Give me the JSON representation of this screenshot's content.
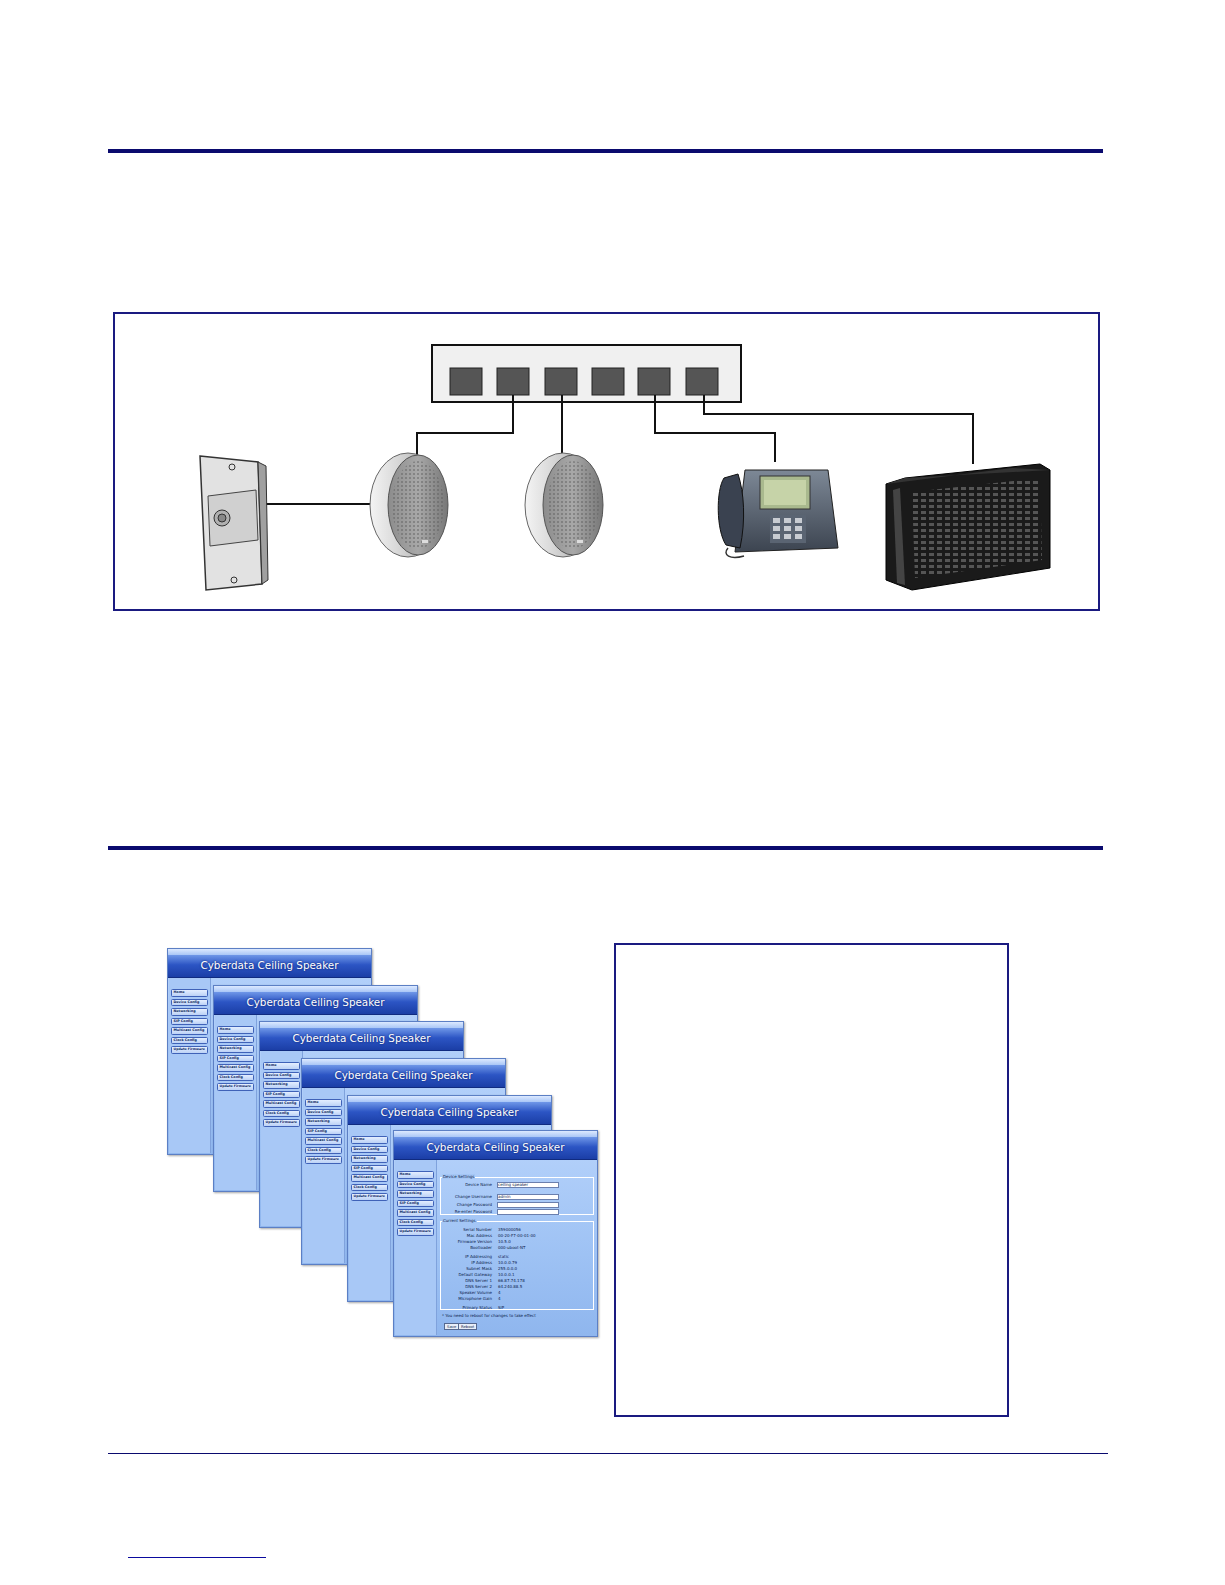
{
  "diagram": {
    "nodes": [
      {
        "text": [
          "Cyberdata Ceiling Speaker"
        ]
      },
      {
        "text": [
          "Home"
        ],
        "in": 0
      },
      {
        "text": [
          "Device Config"
        ],
        "in": 0
      },
      {
        "text": [
          "Networking"
        ],
        "in": 0
      },
      {
        "text": [
          "SIP Config"
        ],
        "in": 0
      },
      {
        "text": [
          "Multicast Config"
        ],
        "in": 0
      },
      {
        "text": [
          "Clock Config"
        ],
        "in": 0
      },
      {
        "text": [
          "Update Firmware"
        ],
        "in": 0
      },
      {
        "text": [
          "Cyberdata Ceiling Speaker"
        ]
      },
      {
        "text": [
          "Home"
        ],
        "in": 8
      },
      {
        "text": [
          "Device Config"
        ],
        "in": 8
      },
      {
        "text": [
          "Networking"
        ],
        "in": 8
      },
      {
        "text": [
          "SIP Config"
        ],
        "in": 8
      },
      {
        "text": [
          "Multicast Config"
        ],
        "in": 8
      },
      {
        "text": [
          "Clock Config"
        ],
        "in": 8
      },
      {
        "text": [
          "Update Firmware"
        ],
        "in": 8
      },
      {
        "text": [
          "Cyberdata Ceiling Speaker"
        ]
      },
      {
        "text": [
          "Home"
        ],
        "in": 16
      },
      {
        "text": [
          "Device Config"
        ],
        "in": 16
      },
      {
        "text": [
          "Networking"
        ],
        "in": 16
      },
      {
        "text": [
          "SIP Config"
        ],
        "in": 16
      },
      {
        "text": [
          "Multicast Config"
        ],
        "in": 16
      },
      {
        "text": [
          "Clock Config"
        ],
        "in": 16
      },
      {
        "text": [
          "Update Firmware"
        ],
        "in": 16
      },
      {
        "text": [
          "Cyberdata Ceiling Speaker"
        ]
      },
      {
        "text": [
          "Home"
        ],
        "in": 24
      },
      {
        "text": [
          "Device Config"
        ],
        "in": 24
      },
      {
        "text": [
          "Networking"
        ],
        "in": 24
      },
      {
        "text": [
          "SIP Config"
        ],
        "in": 24
      },
      {
        "text": [
          "Multicast Config"
        ],
        "in": 24
      },
      {
        "text": [
          "Clock Config"
        ],
        "in": 24
      },
      {
        "text": [
          "Update Firmware"
        ],
        "in": 24
      },
      {
        "text": [
          "Cyberdata Ceiling Speaker"
        ]
      },
      {
        "text": [
          "Home"
        ],
        "in": 32
      },
      {
        "text": [
          "Device Config"
        ],
        "in": 32
      },
      {
        "text": [
          "Networking"
        ],
        "in": 32
      },
      {
        "text": [
          "SIP Config"
        ],
        "in": 32
      },
      {
        "text": [
          "Multicast Config"
        ],
        "in": 32
      },
      {
        "text": [
          "Clock Config"
        ],
        "in": 32
      },
      {
        "text": [
          "Update Firmware"
        ],
        "in": 32
      },
      {
        "text": [
          "Cyberdata Ceiling Speaker"
        ]
      },
      {
        "text": [
          "Home"
        ],
        "in": 40
      },
      {
        "text": [
          "Device Config"
        ],
        "in": 40
      },
      {
        "text": [
          "Networking"
        ],
        "in": 40
      },
      {
        "text": [
          "SIP Config"
        ],
        "in": 40
      },
      {
        "text": [
          "Multicast Config"
        ],
        "in": 40
      },
      {
        "text": [
          "Clock Config"
        ],
        "in": 40
      },
      {
        "text": [
          "Update Firmware"
        ],
        "in": 40
      }
    ],
    "labels": [
      "Device Settings",
      "Device Name",
      "ceiling speaker",
      "Change Username",
      "admin",
      "Change Password",
      "Re-enter Password",
      "Current Settings",
      "Serial Number",
      "359000056",
      "Mac Address",
      "00-20-F7-00-01-00",
      "Firmware Version",
      "10.5.0",
      "Bootloader",
      "000-uboot-NT",
      "IP Addressing",
      "static",
      "IP Address",
      "10.0.0.79",
      "Subnet Mask",
      "255.0.0.0",
      "Default Gateway",
      "10.0.0.1",
      "DNS Server 1",
      "66.87.74.178",
      "DNS Server 2",
      "64.240.88.5",
      "Speaker Volume",
      "4",
      "Microphone Gain",
      "4",
      "Primary Status",
      "SIP",
      "* You need to reboot for changes to take effect",
      "Save",
      "Reboot"
    ]
  }
}
